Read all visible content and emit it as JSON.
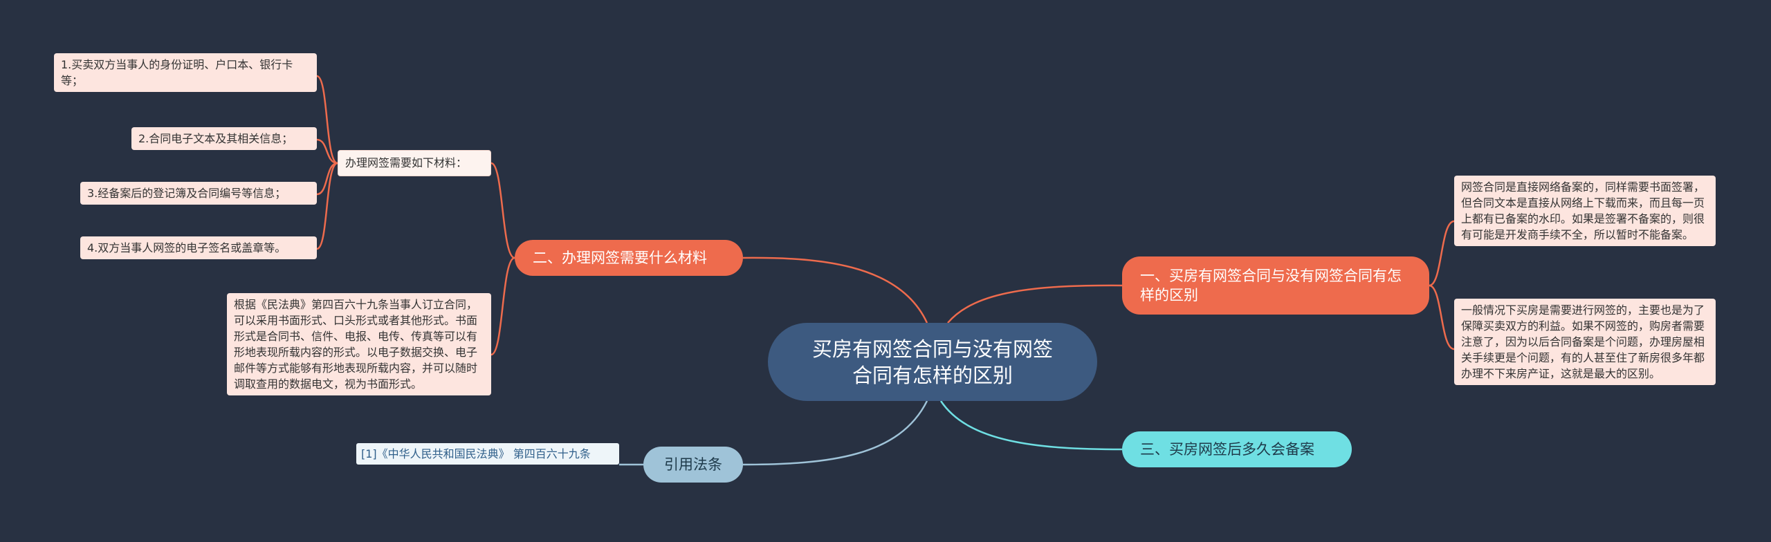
{
  "center": {
    "title": "买房有网签合同与没有网签合同有怎样的区别"
  },
  "branches": {
    "b1": {
      "label": "一、买房有网签合同与没有网签合同有怎样的区别"
    },
    "b2": {
      "label": "二、办理网签需要什么材料"
    },
    "b3": {
      "label": "三、买房网签后多久会备案"
    },
    "b4": {
      "label": "引用法条"
    }
  },
  "b1_leaves": [
    "网签合同是直接网络备案的，同样需要书面签署，但合同文本是直接从网络上下载而来，而且每一页上都有已备案的水印。如果是签署不备案的，则很有可能是开发商手续不全，所以暂时不能备案。",
    "一般情况下买房是需要进行网签的，主要也是为了保障买卖双方的利益。如果不网签的，购房者需要注意了，因为以后合同备案是个问题，办理房屋相关手续更是个问题，有的人甚至住了新房很多年都办理不下来房产证，这就是最大的区别。"
  ],
  "b2_sub": {
    "label": "办理网签需要如下材料：",
    "items": [
      "1.买卖双方当事人的身份证明、户口本、银行卡等；",
      "2.合同电子文本及其相关信息；",
      "3.经备案后的登记簿及合同编号等信息；",
      "4.双方当事人网签的电子签名或盖章等。"
    ]
  },
  "b2_leaf": "根据《民法典》第四百六十九条当事人订立合同，可以采用书面形式、口头形式或者其他形式。书面形式是合同书、信件、电报、电传、传真等可以有形地表现所载内容的形式。以电子数据交换、电子邮件等方式能够有形地表现所载内容，并可以随时调取查用的数据电文，视为书面形式。",
  "b4_leaf": "[1]《中华人民共和国民法典》 第四百六十九条",
  "colors": {
    "background": "#283142",
    "center": "#3d5a80",
    "orange": "#ee6b4d",
    "cyan": "#6fdfe3",
    "blue": "#9fc3d8"
  }
}
